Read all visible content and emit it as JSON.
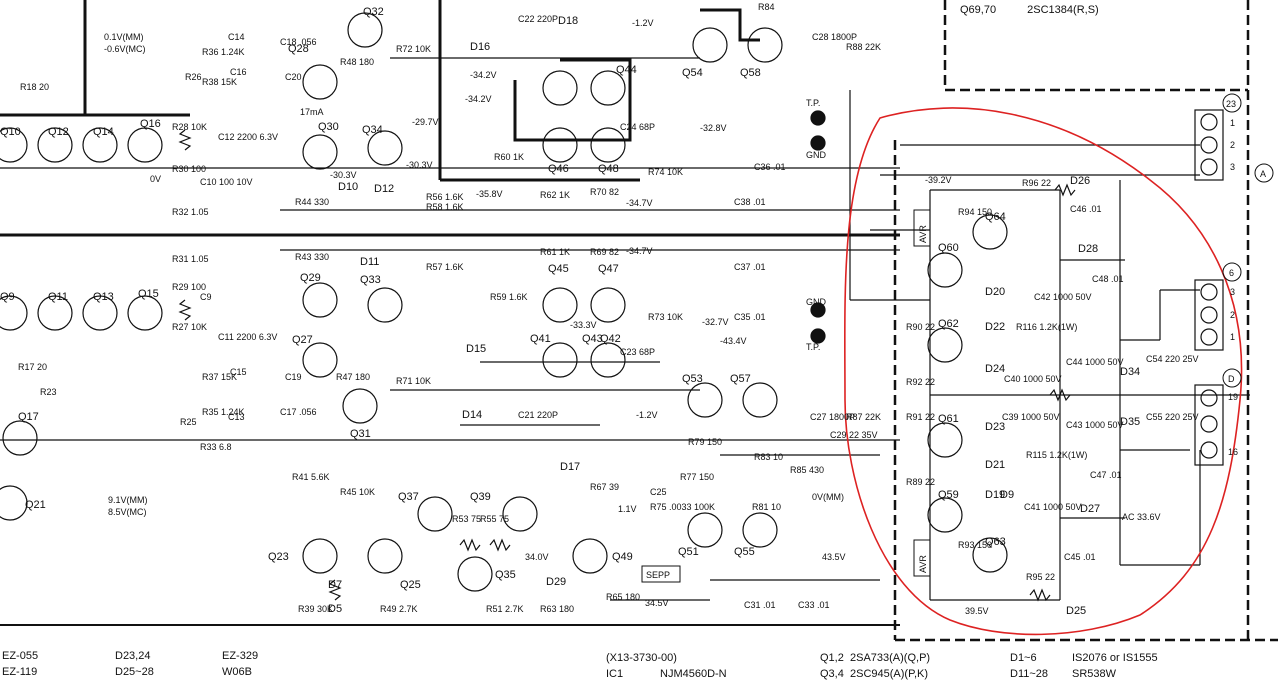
{
  "legend_top_right": {
    "transistor_ref": "Q69,70",
    "part": "2SC1384(R,S)"
  },
  "footer": {
    "col1": [
      "EZ-055",
      "EZ-119"
    ],
    "col2": [
      "D23,24",
      "D25~28"
    ],
    "col3": [
      "EZ-329",
      "W06B"
    ],
    "col4": [
      "(X13-3730-00)",
      "IC1"
    ],
    "ic_part": "NJM4560D-N",
    "col5": [
      "Q1,2",
      "Q3,4"
    ],
    "col6": [
      "2SA733(A)(Q,P)",
      "2SC945(A)(P,K)"
    ],
    "col7": [
      "D1~6",
      "D11~28"
    ],
    "col8": [
      "IS2076 or IS1555",
      "SR538W"
    ]
  },
  "transistors": {
    "upper_left_chain": [
      "Q10",
      "Q12",
      "Q14",
      "Q16"
    ],
    "lower_left_chain": [
      "Q9",
      "Q11",
      "Q13",
      "Q15"
    ],
    "others": [
      "Q17",
      "Q21",
      "Q23",
      "Q25",
      "Q27",
      "Q28",
      "Q29",
      "Q30",
      "Q31",
      "Q32",
      "Q33",
      "Q34",
      "Q35",
      "Q37",
      "Q39",
      "Q41",
      "Q42",
      "Q43",
      "Q44",
      "Q45",
      "Q46",
      "Q47",
      "Q48",
      "Q49",
      "Q51",
      "Q53",
      "Q54",
      "Q55",
      "Q57",
      "Q58",
      "Q59",
      "Q60",
      "Q61",
      "Q62",
      "Q63",
      "Q64"
    ]
  },
  "diodes": [
    "D5",
    "D7",
    "D9",
    "D10",
    "D11",
    "D12",
    "D14",
    "D15",
    "D16",
    "D17",
    "D18",
    "D19",
    "D20",
    "D21",
    "D22",
    "D23",
    "D24",
    "D25",
    "D26",
    "D27",
    "D28",
    "D29",
    "D34",
    "D35"
  ],
  "resistor_labels": [
    "R18 20",
    "R26",
    "R28 10K",
    "R30 100",
    "R32 1.05",
    "R31 1.05",
    "R29 100",
    "R27 10K",
    "R17 20",
    "R23",
    "R25",
    "R33 6.8",
    "R35 1.24K",
    "R37 15K",
    "R36 1.24K",
    "R38 15K",
    "R43 330",
    "R44 330",
    "R41 5.6K",
    "R39 30K",
    "R45 10K",
    "R47 180",
    "R48 180",
    "R49 2.7K",
    "R51 2.7K",
    "R53 75",
    "R55 75",
    "R56 1.6K",
    "R57 1.6K",
    "R58 1.6K",
    "R59 1.6K",
    "R60 1K",
    "R61 1K",
    "R62 1K",
    "R63 180",
    "R65 180",
    "R67 39",
    "R69 82",
    "R70 82",
    "R71 10K",
    "R72 10K",
    "R73 10K",
    "R74 10K",
    "R75 .0033 100K",
    "R77 150",
    "R79 150",
    "R81 10",
    "R83 10",
    "R84",
    "R85 430",
    "R87 22K",
    "R88 22K",
    "R89 22",
    "R90 22",
    "R91 22",
    "R92 22",
    "R93 150",
    "R94 150",
    "R95 22",
    "R96 22",
    "R115 1.2K(1W)",
    "R116 1.2K(1W)"
  ],
  "capacitor_labels": [
    "C9",
    "C10 100 10V",
    "C11 2200 6.3V",
    "C12 2200 6.3V",
    "C13",
    "C14",
    "C15",
    "C16",
    "C17 .056",
    "C18 .056",
    "C19",
    "C20",
    "C21 220P",
    "C22 220P",
    "C23 68P",
    "C24 68P",
    "C25",
    "C27 1800P",
    "C28 1800P",
    "C29 22 35V",
    "C31 .01",
    "C33 .01",
    "C35 .01",
    "C36 .01",
    "C37 .01",
    "C38 .01",
    "C39 1000 50V",
    "C40 1000 50V",
    "C41 1000 50V",
    "C42 1000 50V",
    "C43 1000 50V",
    "C44 1000 50V",
    "C45 .01",
    "C46 .01",
    "C47 .01",
    "C48 .01",
    "C54 220 25V",
    "C55 220 25V"
  ],
  "voltages": [
    "0.1V(MM)",
    "-0.6V(MC)",
    "0V",
    "9.1V(MM)",
    "8.5V(MC)",
    "17mA",
    "-29.7V",
    "-30.3V",
    "-30.3V",
    "-34.2V",
    "-34.2V",
    "-35.8V",
    "-34.7V",
    "-32.8V",
    "-1.2V",
    "-39.2V",
    "-34.7V",
    "-33.3V",
    "-32.7V",
    "-43.4V",
    "-1.2V",
    "1.1V",
    "0V(MM)",
    "34.0V",
    "34.5V",
    "43.5V",
    "39.5V",
    "AC 33.6V"
  ],
  "test_points": {
    "tp": "T.P.",
    "gnd": "GND"
  },
  "blocks": {
    "avr": "AVR",
    "sepp": "SEPP",
    "mark_a": "A",
    "conn_23": "23",
    "conn_6": "6",
    "conn_d": "D",
    "pin1": "1",
    "pin2": "2",
    "pin3": "3",
    "pin19": "19",
    "pin16": "16"
  }
}
